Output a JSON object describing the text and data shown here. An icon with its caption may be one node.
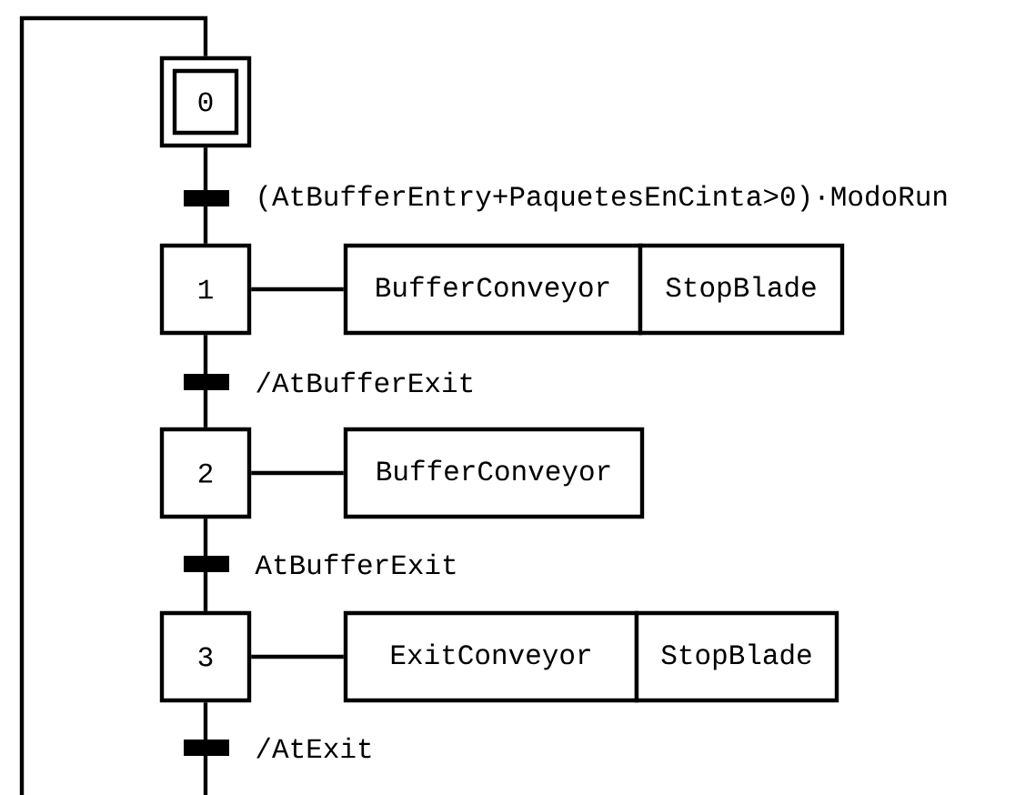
{
  "diagram": {
    "nodes": [
      {
        "text": [
          "0"
        ]
      },
      {
        "text": [
          "1"
        ]
      },
      {
        "text": [
          "BufferConveyor"
        ]
      },
      {
        "text": [
          "StopBlade"
        ]
      },
      {
        "text": [
          "2"
        ]
      },
      {
        "text": [
          "BufferConveyor"
        ]
      },
      {
        "text": [
          "3"
        ]
      },
      {
        "text": [
          "ExitConveyor"
        ]
      },
      {
        "text": [
          "StopBlade"
        ]
      }
    ],
    "edges": [
      {
        "from": 0,
        "to": 1,
        "arrow": "none",
        "label": "(AtBufferEntry+PaquetesEnCinta>0)·ModoRun"
      },
      {
        "from": 1,
        "to": 2,
        "arrow": "none"
      },
      {
        "from": 1,
        "to": 4,
        "arrow": "none",
        "label": "/AtBufferExit"
      },
      {
        "from": 4,
        "to": 5,
        "arrow": "none"
      },
      {
        "from": 4,
        "to": 6,
        "arrow": "none",
        "label": "AtBufferExit"
      },
      {
        "from": 6,
        "to": 7,
        "arrow": "none"
      },
      {
        "from": 6,
        "to": 0,
        "arrow": "none",
        "label": "/AtExit"
      }
    ]
  }
}
